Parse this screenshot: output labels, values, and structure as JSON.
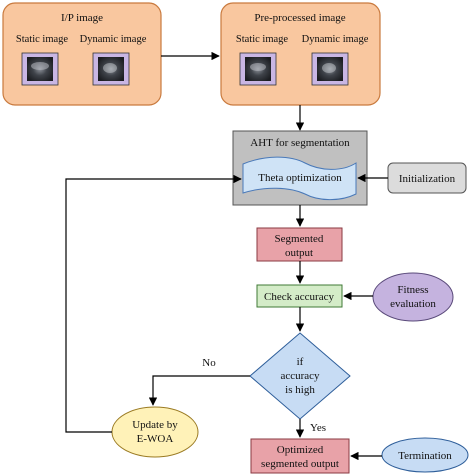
{
  "input_box": {
    "title": "I/P image",
    "static_label": "Static image",
    "dynamic_label": "Dynamic image"
  },
  "preprocessed_box": {
    "title": "Pre-processed image",
    "static_label": "Static image",
    "dynamic_label": "Dynamic image"
  },
  "aht_box": {
    "title": "AHT for segmentation",
    "inner_label": "Theta optimization"
  },
  "initialization": {
    "label": "Initialization"
  },
  "segmented": {
    "line1": "Segmented",
    "line2": "output"
  },
  "check_accuracy": {
    "label": "Check accuracy"
  },
  "fitness": {
    "line1": "Fitness",
    "line2": "evaluation"
  },
  "decision": {
    "line1": "if",
    "line2": "accuracy",
    "line3": "is high"
  },
  "no_label": "No",
  "yes_label": "Yes",
  "update": {
    "line1": "Update by",
    "line2": "E-WOA"
  },
  "optimized": {
    "line1": "Optimized",
    "line2": "segmented output"
  },
  "termination": {
    "label": "Termination"
  },
  "colors": {
    "peach_fill": "#f9c79f",
    "peach_stroke": "#c97a3e",
    "lavender": "#c9b6e4",
    "thumb_dark": "#2a2d33",
    "aht_fill": "#c0c0c0",
    "blue_wave": "#cfe3f6",
    "gray_box": "#dcdcdc",
    "pink_fill": "#e8a2a8",
    "green_fill": "#d4ecc8",
    "purple_ellipse": "#c5b3df",
    "blue_diamond": "#c7dcf4",
    "yellow_ellipse": "#fff2b8"
  }
}
